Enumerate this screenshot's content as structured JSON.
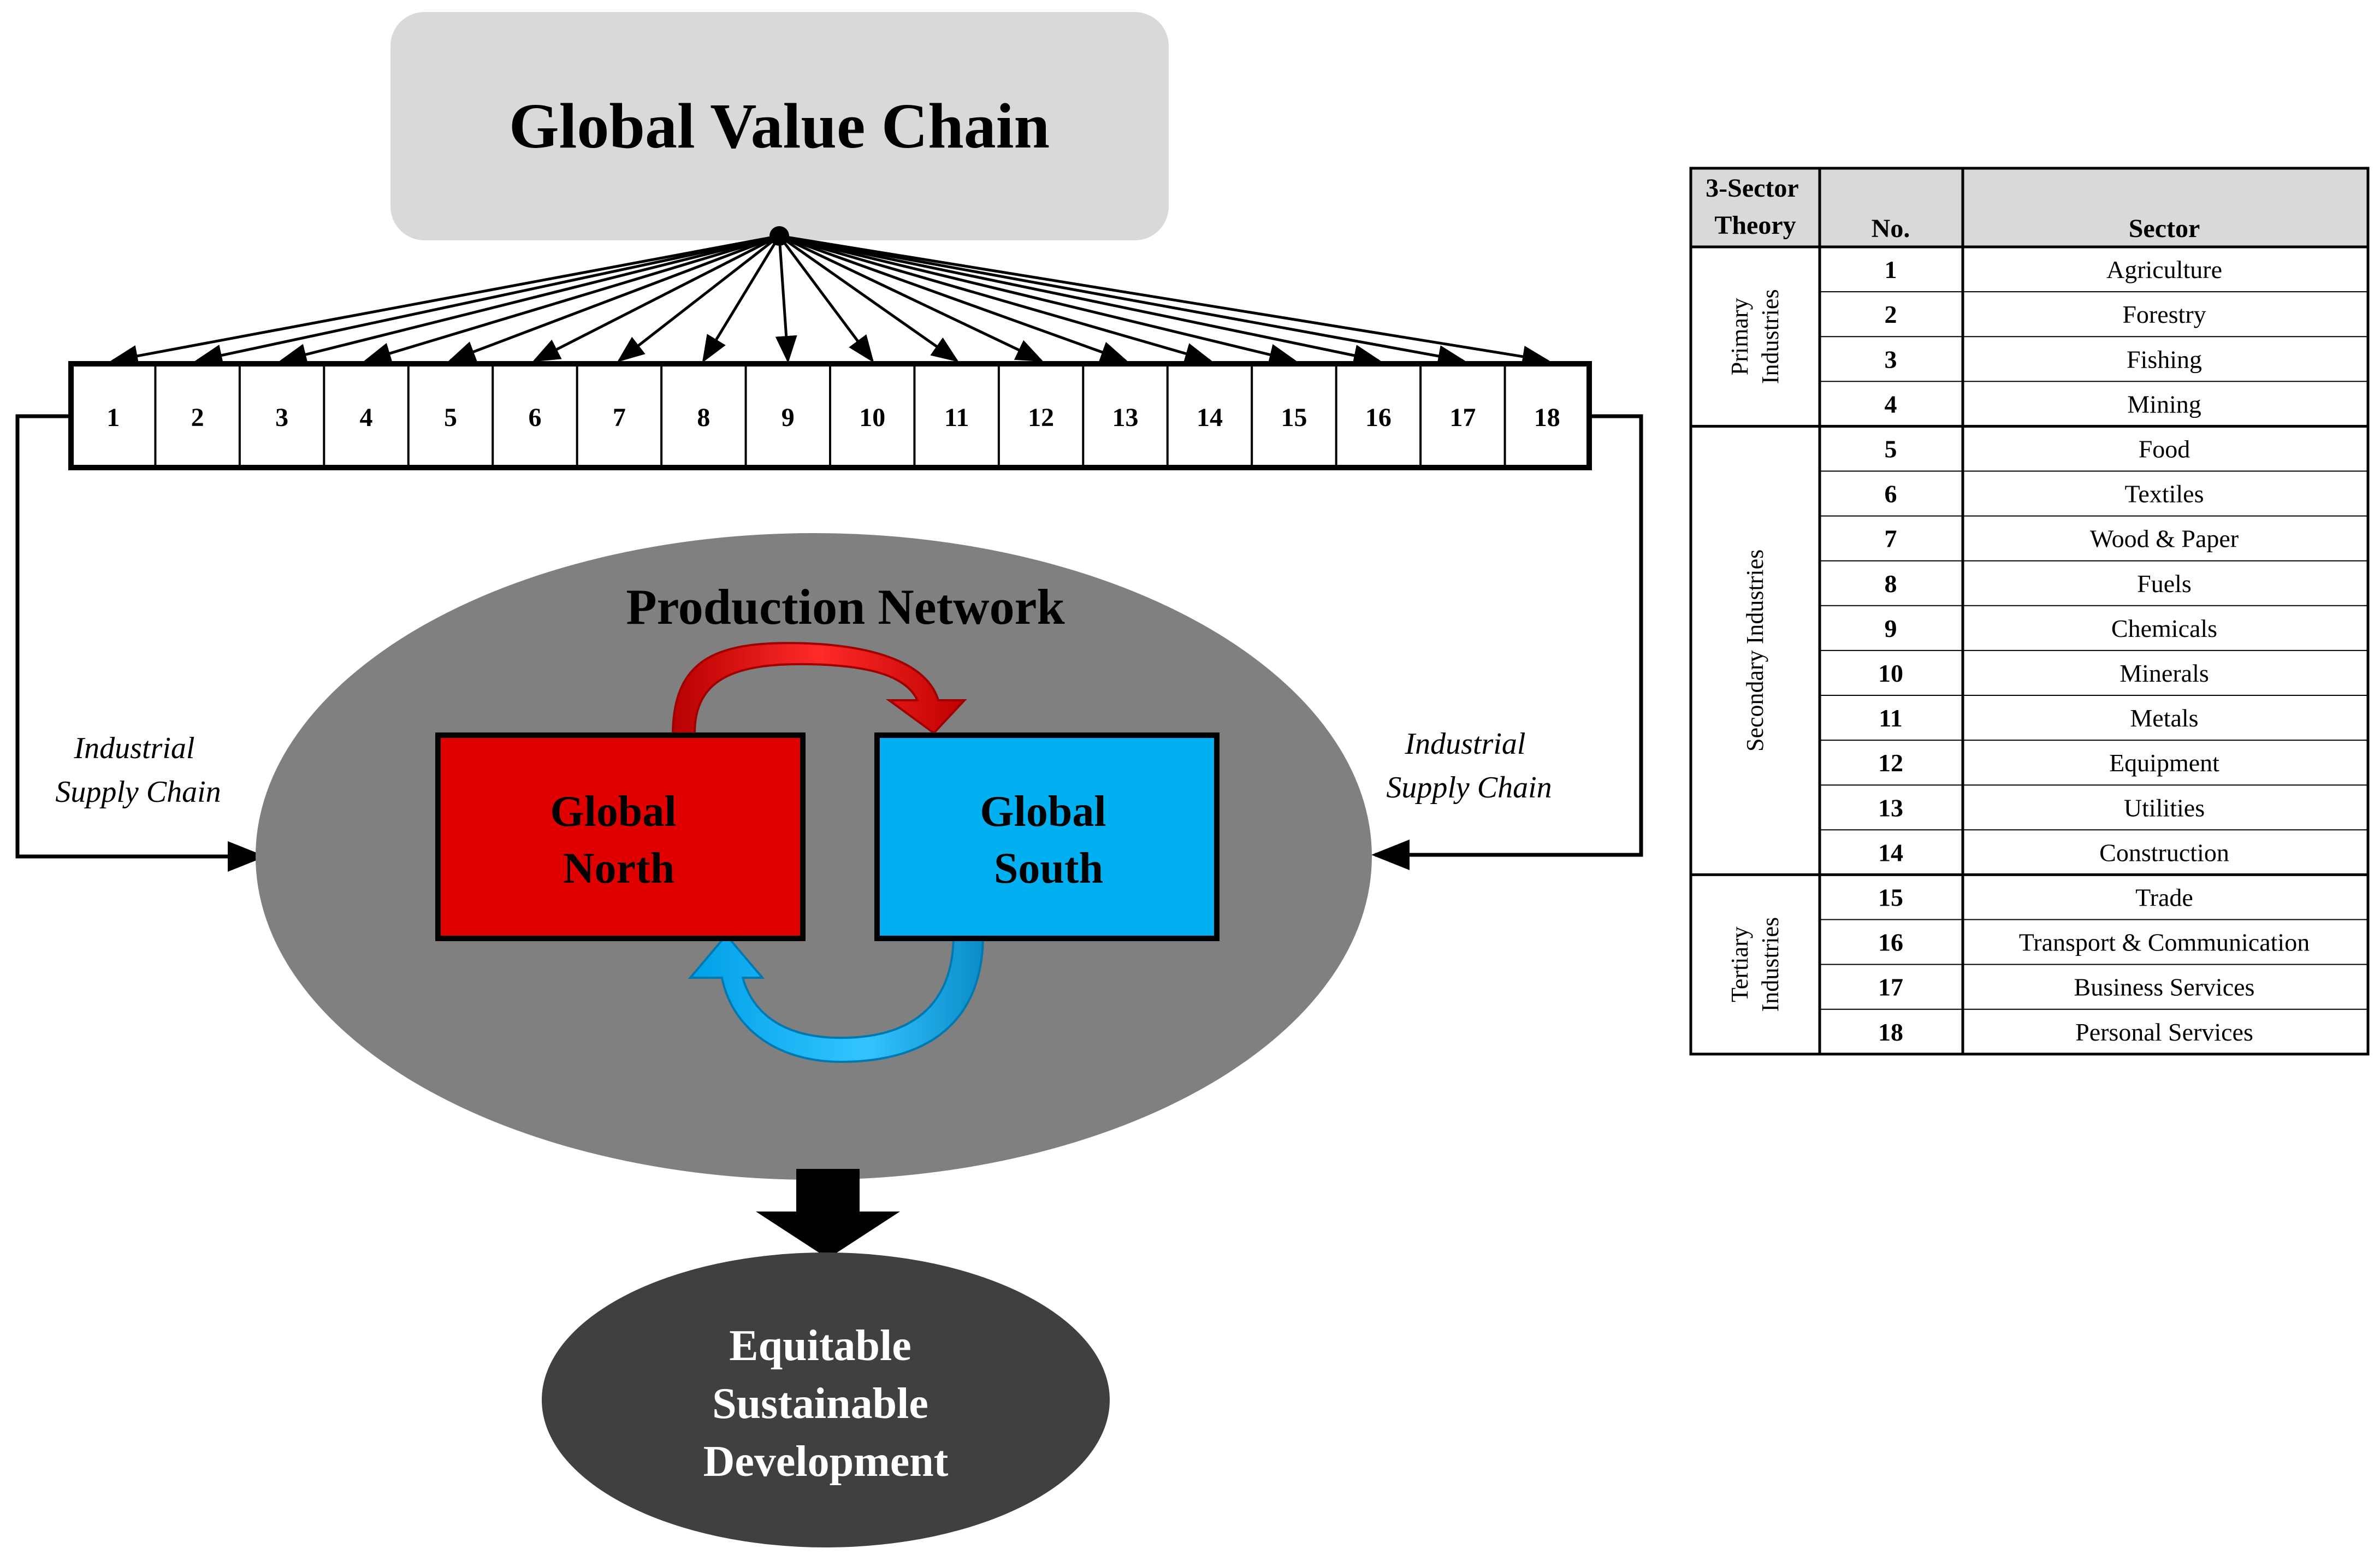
{
  "diagram": {
    "title": "Global Value Chain",
    "sector_numbers": [
      "1",
      "2",
      "3",
      "4",
      "5",
      "6",
      "7",
      "8",
      "9",
      "10",
      "11",
      "12",
      "13",
      "14",
      "15",
      "16",
      "17",
      "18"
    ],
    "production_network": "Production Network",
    "global_north": [
      "Global",
      "North"
    ],
    "global_south": [
      "Global",
      "South"
    ],
    "supply_chain_left": [
      "Industrial",
      "Supply Chain"
    ],
    "supply_chain_right": [
      "Industrial",
      "Supply Chain"
    ],
    "outcome": [
      "Equitable",
      "Sustainable",
      "Development"
    ],
    "colors": {
      "title_box": "#d9d9d9",
      "network": "#808080",
      "north": "#e00000",
      "south": "#00b0f0",
      "outcome": "#404040"
    }
  },
  "table": {
    "header_theory": [
      "3-Sector",
      "Theory"
    ],
    "header_no": "No.",
    "header_sector": "Sector",
    "groups": [
      {
        "label": [
          "Primary",
          "Industries"
        ],
        "rows": [
          {
            "no": "1",
            "sector": "Agriculture"
          },
          {
            "no": "2",
            "sector": "Forestry"
          },
          {
            "no": "3",
            "sector": "Fishing"
          },
          {
            "no": "4",
            "sector": "Mining"
          }
        ]
      },
      {
        "label": [
          "Secondary Industries"
        ],
        "rows": [
          {
            "no": "5",
            "sector": "Food"
          },
          {
            "no": "6",
            "sector": "Textiles"
          },
          {
            "no": "7",
            "sector": "Wood & Paper"
          },
          {
            "no": "8",
            "sector": "Fuels"
          },
          {
            "no": "9",
            "sector": "Chemicals"
          },
          {
            "no": "10",
            "sector": "Minerals"
          },
          {
            "no": "11",
            "sector": "Metals"
          },
          {
            "no": "12",
            "sector": "Equipment"
          },
          {
            "no": "13",
            "sector": "Utilities"
          },
          {
            "no": "14",
            "sector": "Construction"
          }
        ]
      },
      {
        "label": [
          "Tertiary",
          "Industries"
        ],
        "rows": [
          {
            "no": "15",
            "sector": "Trade"
          },
          {
            "no": "16",
            "sector": "Transport & Communication"
          },
          {
            "no": "17",
            "sector": "Business Services"
          },
          {
            "no": "18",
            "sector": "Personal Services"
          }
        ]
      }
    ]
  }
}
